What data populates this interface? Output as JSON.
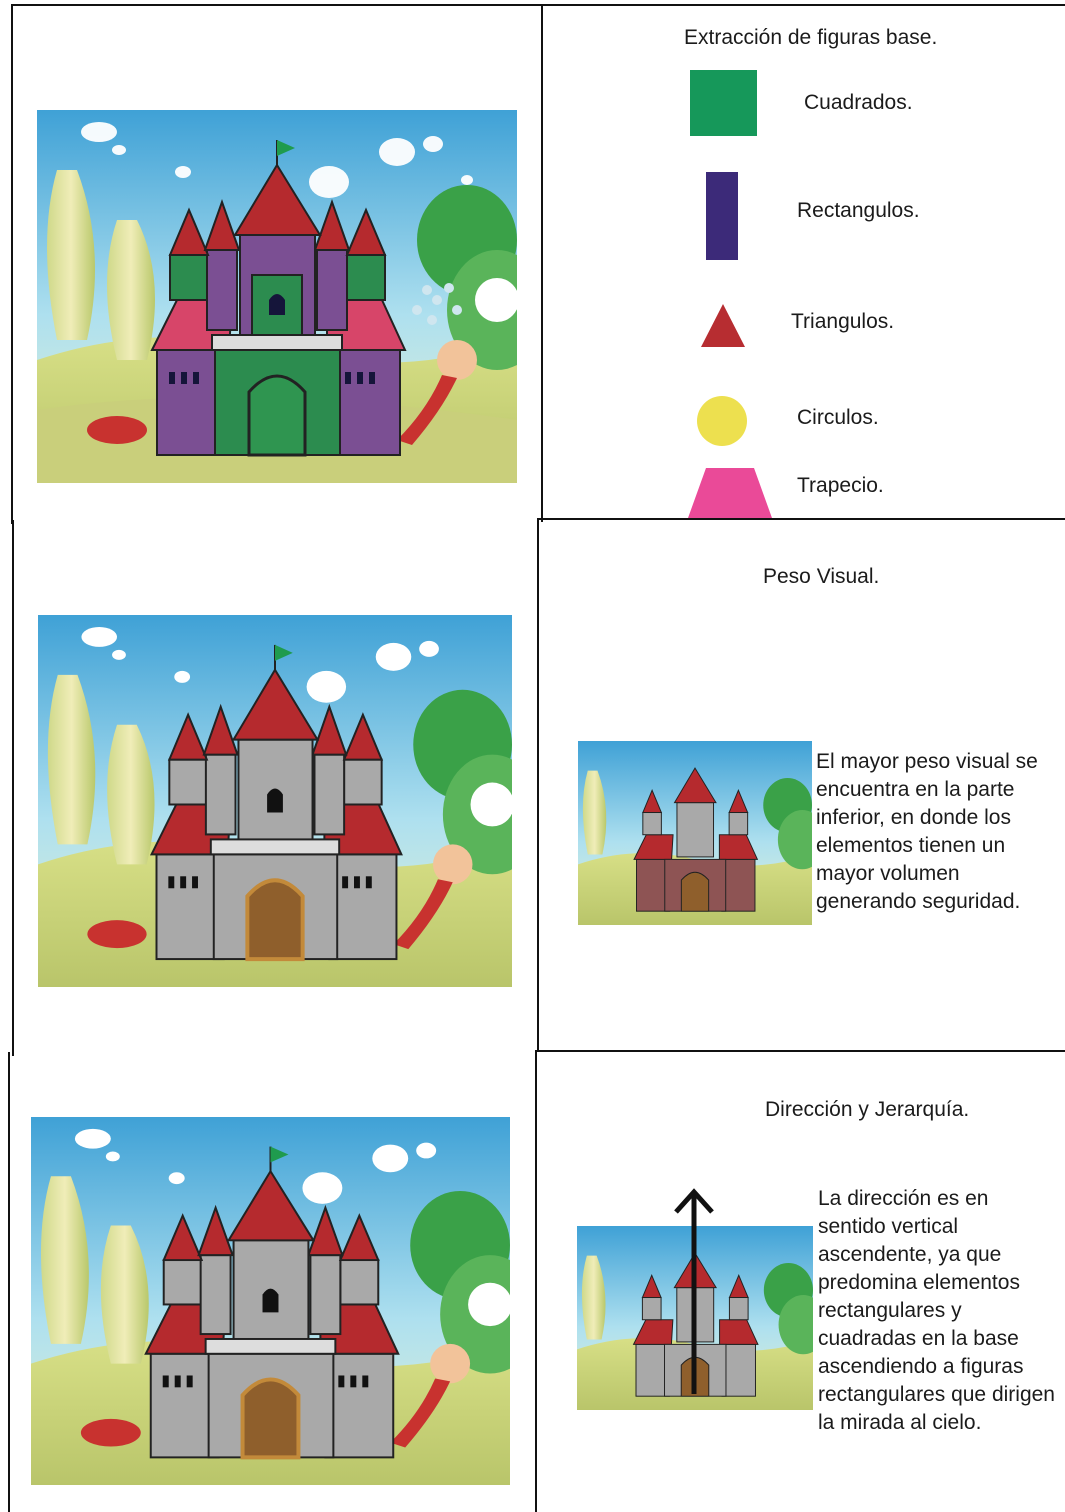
{
  "panel1": {
    "title": "Extracción de figuras base.",
    "shapes": [
      {
        "label": "Cuadrados.",
        "icon": "square-shape",
        "color": "#16985a"
      },
      {
        "label": "Rectangulos.",
        "icon": "rectangle-shape",
        "color": "#3c2a79"
      },
      {
        "label": "Triangulos.",
        "icon": "triangle-shape",
        "color": "#b72d31"
      },
      {
        "label": "Circulos.",
        "icon": "circle-shape",
        "color": "#ede04f"
      },
      {
        "label": "Trapecio.",
        "icon": "trapezoid-shape",
        "color": "#ea4a98"
      }
    ]
  },
  "panel2": {
    "title": "Peso Visual.",
    "text": "El mayor peso visual se encuentra en la parte inferior, en donde los elementos tienen un mayor volumen generando seguridad."
  },
  "panel3": {
    "title": "Dirección y Jerarquía.",
    "text": "La dirección es en sentido vertical ascendente, ya que predomina elementos rectangulares y cuadradas en la base ascendiendo a figuras rectangulares que dirigen la mirada al cielo."
  },
  "colors": {
    "border": "#111111",
    "sky": "#4aa9d9",
    "roof": "#b52a2e",
    "stone": "#a8a8a8"
  }
}
